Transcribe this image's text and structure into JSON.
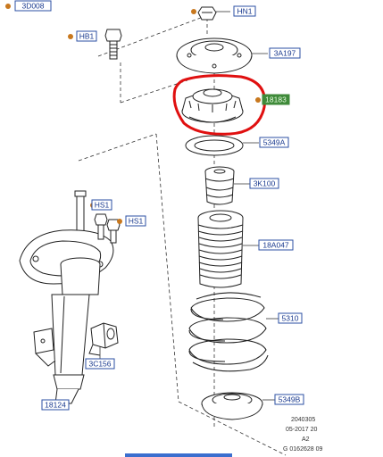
{
  "colors": {
    "label_border": "#2b4fa3",
    "label_text": "#1a3a8f",
    "label_fill": "#ffffff",
    "highlight_fill": "#3f8a3a",
    "highlight_text": "#e8ffe0",
    "callout_dot": "#c8781e",
    "focus_ring": "#e01010",
    "line_art": "#222222",
    "bottom_bar": "#3b6fcf"
  },
  "labels": {
    "p3d008": "3D008",
    "hn1": "HN1",
    "hb1": "HB1",
    "p3a197": "3A197",
    "p18183": "18183",
    "p5349a": "5349A",
    "p3k100": "3K100",
    "hs1_left": "HS1",
    "hs1_right": "HS1",
    "p18a047": "18A047",
    "p5310": "5310",
    "p3c156": "3C156",
    "p18124": "18124",
    "p5349b": "5349B"
  },
  "footer": {
    "line1": "2040305",
    "line2": "05-2017 20",
    "line3": "A2",
    "line4": "G 0162628 09"
  }
}
